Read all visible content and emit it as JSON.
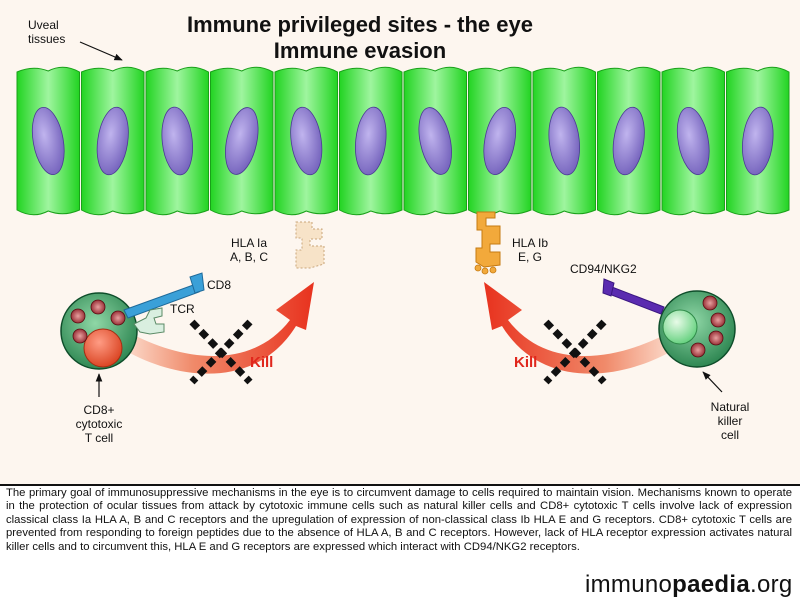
{
  "title_line1": "Immune privileged sites - the eye",
  "title_line2": "Immune evasion",
  "labels": {
    "uveal": [
      "Uveal",
      "tissues"
    ],
    "hla_ia": [
      "HLA Ia",
      "A, B, C"
    ],
    "hla_ib": [
      "HLA Ib",
      "E, G"
    ],
    "cd8": "CD8",
    "tcr": "TCR",
    "cd94": "CD94/NKG2",
    "kill_left": "Kill",
    "kill_right": "Kill",
    "ctl": [
      "CD8+",
      "cytotoxic",
      "T cell"
    ],
    "nk": [
      "Natural",
      "killer",
      "cell"
    ]
  },
  "caption": "The primary goal of immunosuppressive mechanisms in the eye is to circumvent damage to cells required to maintain vision. Mechanisms known to operate in the protection of ocular tissues from attack by cytotoxic immune cells such as natural killer cells and CD8+ cytotoxic T cells involve lack of expression classical class Ia HLA A, B and C receptors and the upregulation of expression of non-classical class Ib HLA E and G receptors. CD8+ cytotoxic T cells are prevented from responding to foreign peptides due to the absence of HLA A, B and C receptors. However, lack of HLA receptor expression activates natural killer cells and to circumvent this, HLA E and G receptors are expressed which interact with CD94/NKG2 receptors.",
  "logo": {
    "part1": "immuno",
    "part2": "paedia",
    "part3": ".org"
  },
  "colors": {
    "cell_green": "#3ee83e",
    "nucleus": "#8878c8",
    "arrow_red": "#e8321e",
    "hla_ib": "#f2a93b",
    "tcr_blue": "#3aa0d8",
    "nkg2_purple": "#5a2bb0"
  }
}
